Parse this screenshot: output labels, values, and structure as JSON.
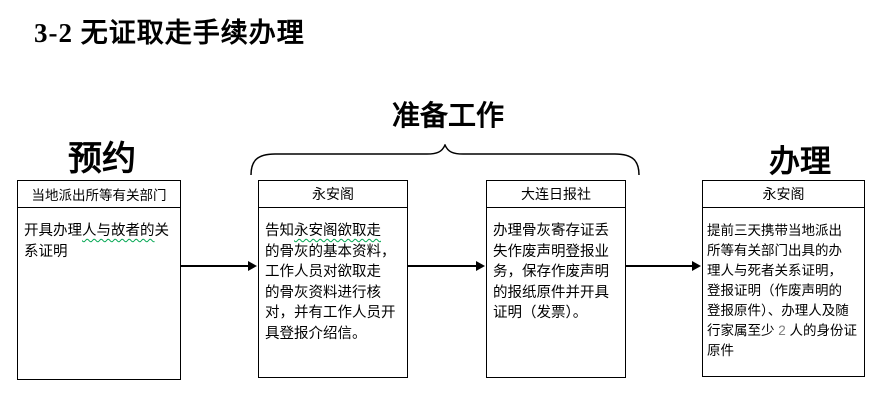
{
  "title": "3-2 无证取走手续办理",
  "stages": {
    "appointment": "预约",
    "preparation": "准备工作",
    "processing": "办理"
  },
  "boxes": [
    {
      "header": "当地派出所等有关部门",
      "body_pre": "开具办理",
      "body_wavy": "人与故者的",
      "body_post": "关\n系证明"
    },
    {
      "header": "永安阁",
      "body_pre": "告知",
      "body_wavy": "永安阁欲取走",
      "body_post": "\n的骨灰的基本资料，\n工作人员对欲取走\n的骨灰资料进行核\n对，并有工作人员开\n具登报介绍信。"
    },
    {
      "header": "大连日报社",
      "body": "办理骨灰寄存证丢\n失作废声明登报业\n务，保存作废声明\n的报纸原件并开具\n证明（发票）。"
    },
    {
      "header": "永安阁",
      "body_pre": "提前三天携带当地派出\n所等有关部门出具的办\n理人与死者关系证明，\n登报证明（作废声明的\n登报原件）、办理人及随\n行家属至少 ",
      "body_num": "2",
      "body_post": " 人的身份证原件"
    }
  ],
  "colors": {
    "text": "#000000",
    "border": "#000000",
    "spellcheck_underline": "#00a650",
    "field_number": "#808080",
    "background": "#ffffff"
  }
}
